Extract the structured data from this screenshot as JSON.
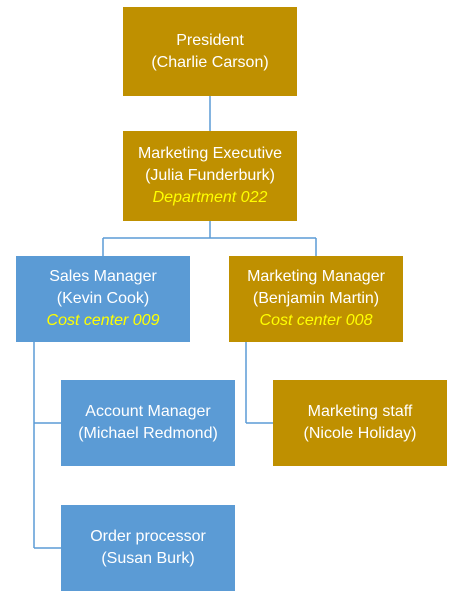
{
  "colors": {
    "gold": "#bf9000",
    "blue": "#5b9bd5",
    "connector": "#5b9bd5",
    "text": "#ffffff",
    "highlight_text": "#ffff00"
  },
  "nodes": {
    "president": {
      "title": "President",
      "person": "(Charlie Carson)"
    },
    "marketing_executive": {
      "title": "Marketing Executive",
      "person": "(Julia Funderburk)",
      "unit": "Department 022"
    },
    "sales_manager": {
      "title": "Sales Manager",
      "person": "(Kevin Cook)",
      "unit": "Cost center 009"
    },
    "marketing_manager": {
      "title": "Marketing Manager",
      "person": "(Benjamin Martin)",
      "unit": "Cost center 008"
    },
    "account_manager": {
      "title": "Account Manager",
      "person": "(Michael Redmond)"
    },
    "marketing_staff": {
      "title": "Marketing staff",
      "person": "(Nicole Holiday)"
    },
    "order_processor": {
      "title": "Order processor",
      "person": "(Susan Burk)"
    }
  }
}
